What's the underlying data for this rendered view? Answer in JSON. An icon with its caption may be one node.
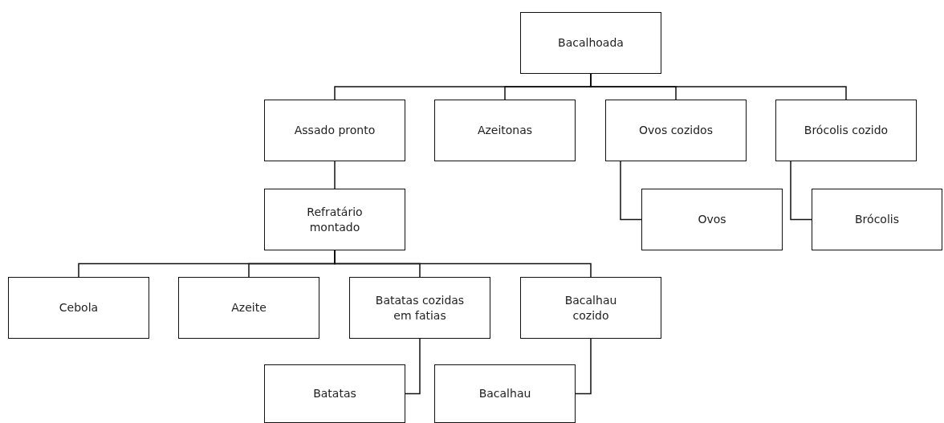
{
  "diagram": {
    "nodes": [
      {
        "text": [
          "Bacalhoada"
        ]
      },
      {
        "text": [
          "Assado pronto"
        ]
      },
      {
        "text": [
          "Azeitonas"
        ]
      },
      {
        "text": [
          "Ovos cozidos"
        ]
      },
      {
        "text": [
          "Brócolis cozido"
        ]
      },
      {
        "text": [
          "Refratário montado"
        ]
      },
      {
        "text": [
          "Ovos"
        ]
      },
      {
        "text": [
          "Brócolis"
        ]
      },
      {
        "text": [
          "Cebola"
        ]
      },
      {
        "text": [
          "Azeite"
        ]
      },
      {
        "text": [
          "Batatas cozidas em fatias"
        ]
      },
      {
        "text": [
          "Bacalhau cozido"
        ]
      },
      {
        "text": [
          "Batatas"
        ]
      },
      {
        "text": [
          "Bacalhau"
        ]
      }
    ],
    "edges": [
      {
        "from": 0,
        "to": 1,
        "arrow": "none"
      },
      {
        "from": 0,
        "to": 2,
        "arrow": "none"
      },
      {
        "from": 0,
        "to": 3,
        "arrow": "none"
      },
      {
        "from": 0,
        "to": 4,
        "arrow": "none"
      },
      {
        "from": 1,
        "to": 5,
        "arrow": "none"
      },
      {
        "from": 3,
        "to": 6,
        "arrow": "none"
      },
      {
        "from": 4,
        "to": 7,
        "arrow": "none"
      },
      {
        "from": 5,
        "to": 8,
        "arrow": "none"
      },
      {
        "from": 5,
        "to": 9,
        "arrow": "none"
      },
      {
        "from": 5,
        "to": 10,
        "arrow": "none"
      },
      {
        "from": 5,
        "to": 11,
        "arrow": "none"
      },
      {
        "from": 10,
        "to": 12,
        "arrow": "none"
      },
      {
        "from": 11,
        "to": 13,
        "arrow": "none"
      }
    ]
  }
}
